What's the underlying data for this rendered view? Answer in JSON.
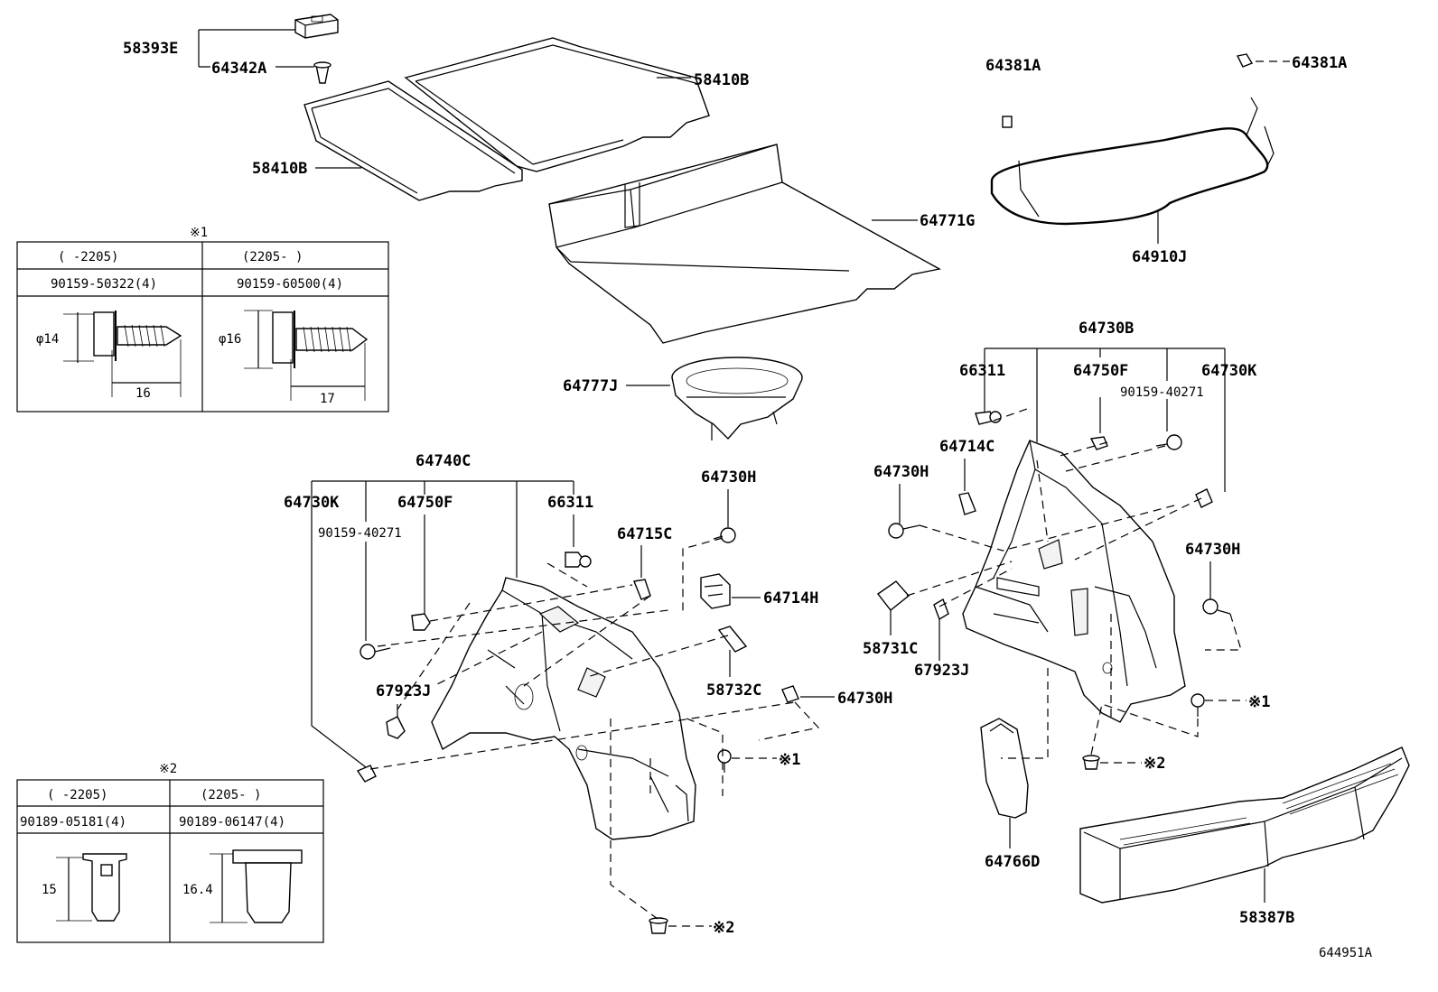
{
  "labels": {
    "p58393E": "58393E",
    "p64342A": "64342A",
    "p58410B_top": "58410B",
    "p58410B_left": "58410B",
    "p64771G": "64771G",
    "p64777J": "64777J",
    "p64381A_left": "64381A",
    "p64381A_right": "64381A",
    "p64910J": "64910J",
    "p64740C": "64740C",
    "p64730K_left": "64730K",
    "p64750F_left": "64750F",
    "p66311_left": "66311",
    "p90159_40271_left": "90159-40271",
    "p64715C": "64715C",
    "p64730H_a": "64730H",
    "p64714H": "64714H",
    "p67923J_left": "67923J",
    "p58732C": "58732C",
    "p64730H_b": "64730H",
    "p_mark1_left": "※1",
    "p_mark2_left": "※2",
    "p64730B": "64730B",
    "p66311_right": "66311",
    "p64750F_right": "64750F",
    "p64730K_right": "64730K",
    "p90159_40271_right": "90159-40271",
    "p64714C": "64714C",
    "p64730H_c": "64730H",
    "p64730H_d": "64730H",
    "p58731C": "58731C",
    "p67923J_right": "67923J",
    "p64766D": "64766D",
    "p_mark1_right": "※1",
    "p_mark2_right": "※2",
    "p58387B": "58387B",
    "illustration_code": "644951A"
  },
  "table1": {
    "title": "※1",
    "col1_period": "(    -2205)",
    "col2_period": "(2205-     )",
    "col1_part": "90159-50322(4)",
    "col2_part": "90159-60500(4)",
    "col1_dia": "φ14",
    "col2_dia": "φ16",
    "col1_len": "16",
    "col2_len": "17"
  },
  "table2": {
    "title": "※2",
    "col1_period": "(    -2205)",
    "col2_period": "(2205-     )",
    "col1_part": "90189-05181(4)",
    "col2_part": "90189-06147(4)",
    "col1_height": "15",
    "col2_height": "16.4"
  }
}
